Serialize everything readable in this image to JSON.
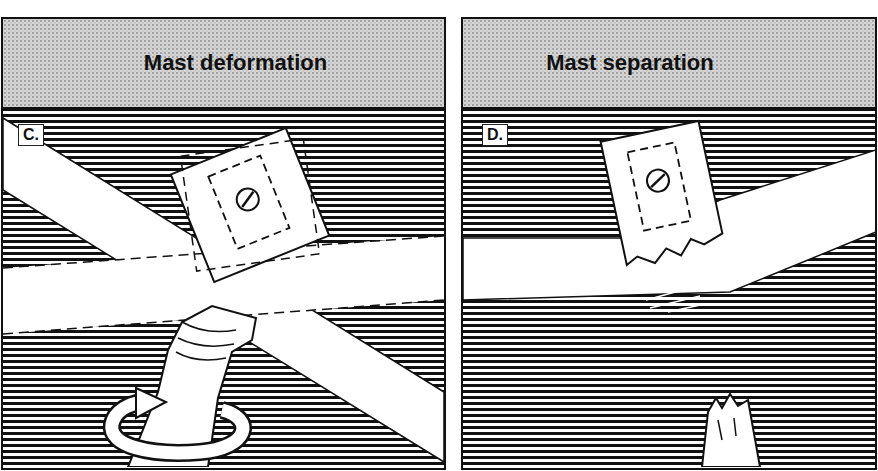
{
  "diagram": {
    "nodes": [
      {
        "text": [
          "Mast deformation",
          "C."
        ]
      },
      {
        "text": [
          "Mast separation",
          "D."
        ]
      }
    ]
  }
}
